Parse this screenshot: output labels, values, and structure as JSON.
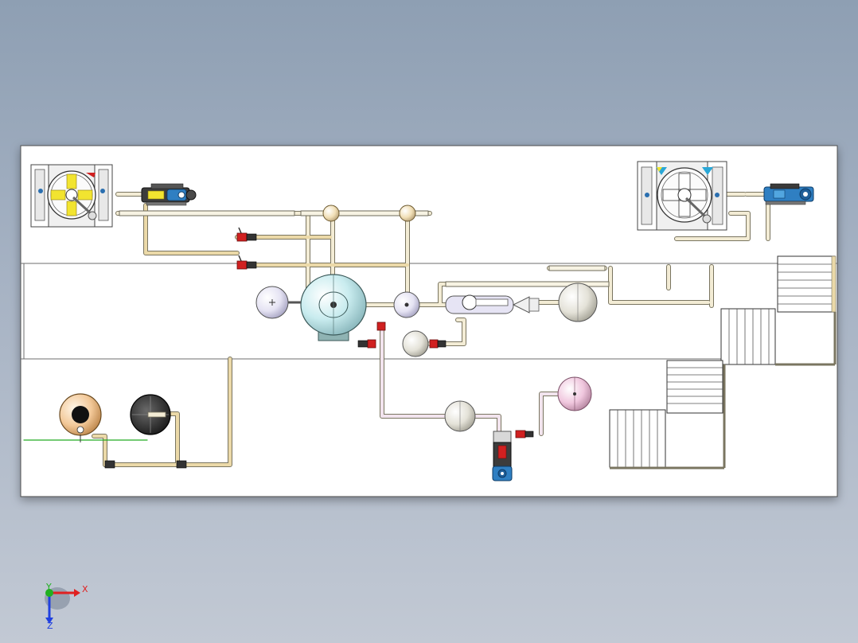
{
  "viewport": {
    "background_top": "#8e9fb3",
    "background_bottom": "#c2c9d4"
  },
  "colors": {
    "sheet": "#ffffff",
    "pipe": "#f3ecd5",
    "pipe_edge": "#7a7560",
    "tan_pipe": "#ebd9a8",
    "valve_red": "#d02020",
    "tank_cyan": "#c9ecef",
    "motor_blue": "#2f7fc2",
    "fan_yellow": "#f2e430",
    "pink_tank": "#f0c7de"
  },
  "triad": {
    "x_label": "X",
    "y_label": "Y",
    "z_label": "Z",
    "x_color": "#e02020",
    "y_color": "#20b020",
    "z_color": "#2040e0"
  }
}
